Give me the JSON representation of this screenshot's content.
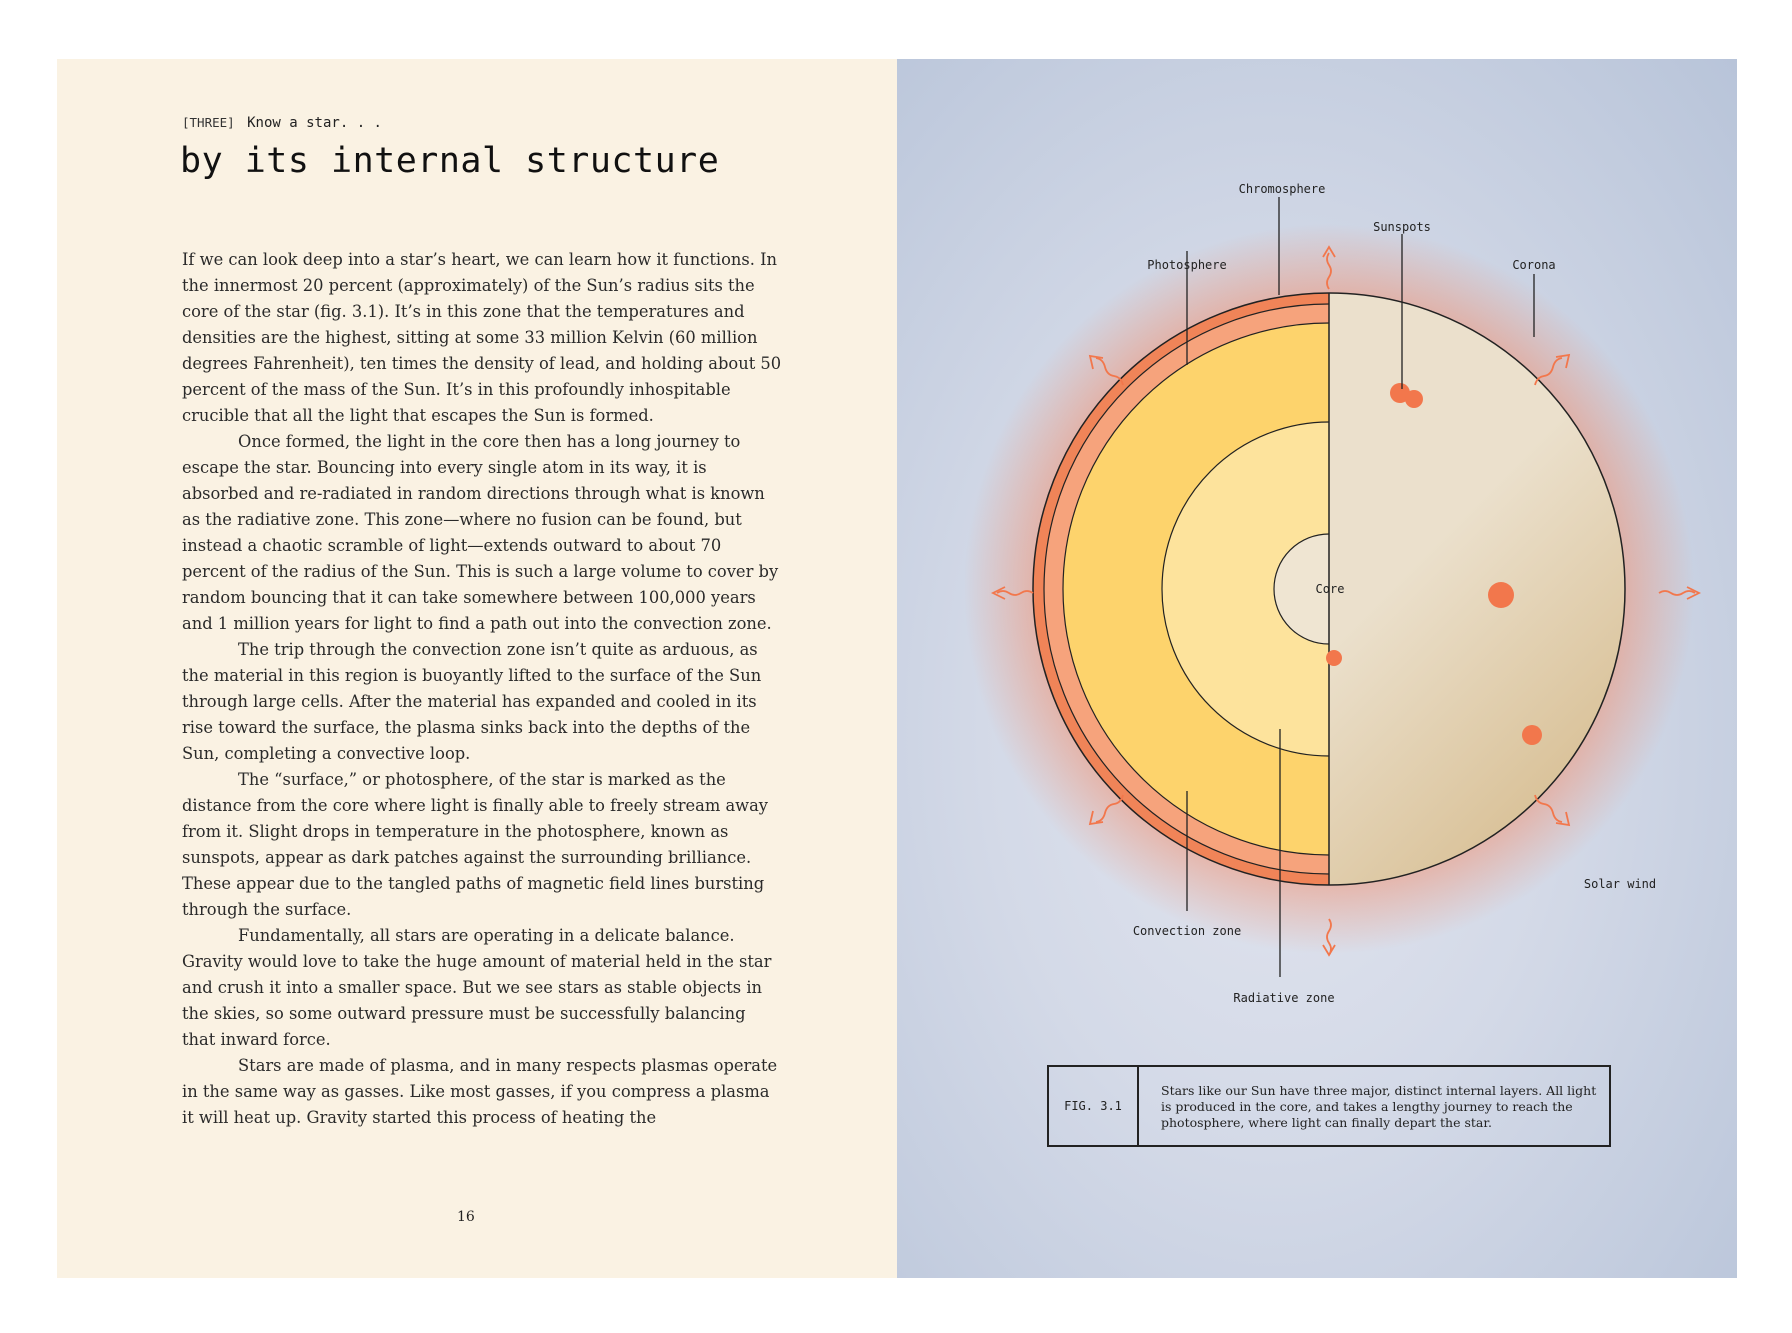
{
  "header": {
    "tag": "[THREE]",
    "kicker": "Know a star. . ."
  },
  "title": "by its internal structure",
  "paragraphs": [
    "If we can look deep into a star’s heart, we can learn how it functions. In the innermost 20 percent (approximately) of the Sun’s radius sits the core of the star (fig. 3.1). It’s in this zone that the temperatures and densities are the highest, sitting at some 33 million Kelvin (60 million degrees Fahrenheit), ten times the density of lead, and holding about 50 percent of the mass of the Sun. It’s in this profoundly inhospitable crucible that all the light that escapes the Sun is formed.",
    "Once formed, the light in the core then has a long journey to escape the star. Bouncing into every single atom in its way, it is absorbed and re-radiated in random directions through what is known as the radiative zone. This zone—where no fusion can be found, but instead a chaotic scramble of light—extends outward to about 70 percent of the radius of the Sun. This is such a large volume to cover by random bouncing that it can take somewhere between 100,000 years and 1 million years for light to find a path out into the convection zone.",
    "The trip through the convection zone isn’t quite as arduous, as the material in this region is buoyantly lifted to the surface of the Sun through large cells. After the material has expanded and cooled in its rise toward the surface, the plasma sinks back into the depths of the Sun, completing a convective loop.",
    "The “surface,” or photosphere, of the star is marked as the distance from the core where light is finally able to freely stream away from it. Slight drops in temperature in the photosphere, known as sunspots, appear as dark patches against the surrounding brilliance. These appear due to the tangled paths of magnetic field lines bursting through the surface.",
    "Fundamentally, all stars are operating in a delicate balance. Gravity would love to take the huge amount of material held in the star and crush it into a smaller space. But we see stars as stable objects in the skies, so some outward pressure must be successfully balancing that inward force.",
    "Stars are made of plasma, and in many respects plasmas operate in the same way as gasses. Like most gasses, if you compress a plasma it will heat up. Gravity started this process of heating the"
  ],
  "page_number": "16",
  "figure": {
    "labels": {
      "chromosphere": "Chromosphere",
      "sunspots": "Sunspots",
      "photosphere": "Photosphere",
      "corona": "Corona",
      "core": "Core",
      "solar_wind": "Solar wind",
      "convection_zone": "Convection zone",
      "radiative_zone": "Radiative zone"
    },
    "colors": {
      "chromosphere": "#f08458",
      "photosphere": "#f6a37c",
      "convection_zone": "#fdd36c",
      "radiative_zone": "#fde39c",
      "core": "#efe5d2",
      "surface": "#ebe0cc",
      "sunspot": "#f2774c",
      "corona_haze": "#f08a68"
    },
    "caption_label": "FIG. 3.1",
    "caption_text": "Stars like our Sun have three major, distinct internal layers. All light is produced in the core, and takes a lengthy journey to reach the photosphere, where light can finally depart the star."
  }
}
